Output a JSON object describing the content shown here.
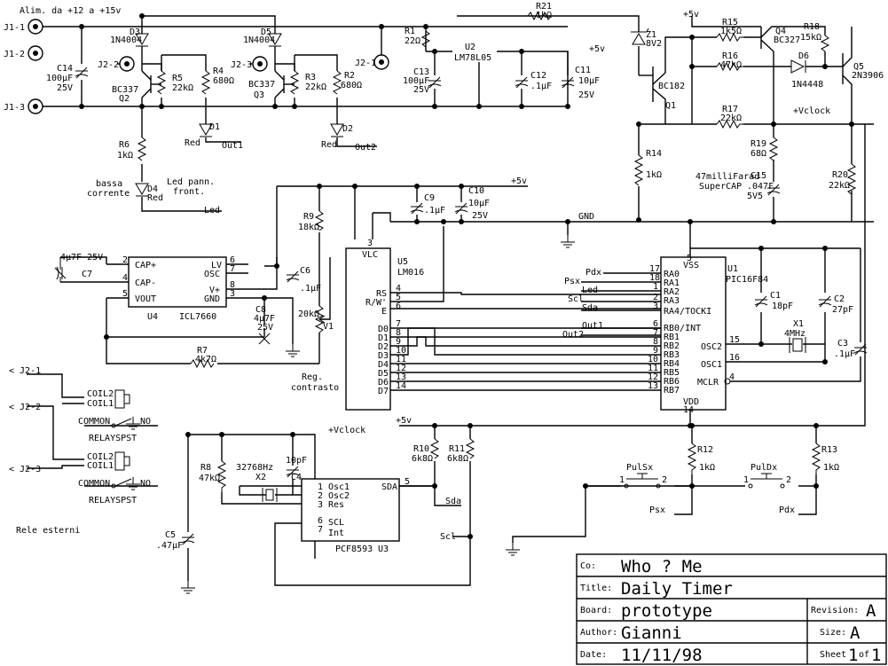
{
  "connectors": {
    "j1_1": "J1-1",
    "j1_2": "J1-2",
    "j1_3": "J1-3",
    "j2_2": "J2-2",
    "j2_3": "J2-3",
    "j2_1": "J2-1",
    "ext_j2_1": "< J2-1",
    "ext_j2_2": "< J2-2",
    "ext_j2_3": "< J2-3"
  },
  "notes": {
    "supply": "Alim. da +12 a +15v",
    "low_current": [
      "bassa",
      "corrente"
    ],
    "led_panel": [
      "Led pann.",
      "front."
    ],
    "contrast": [
      "Reg.",
      "contrasto"
    ],
    "supercap": [
      "47milliFarad",
      "SuperCAP"
    ],
    "external_relays": "Rele esterni"
  },
  "nets": {
    "plus5v": "+5v",
    "gnd": "GND",
    "vclock": "+Vclock",
    "out1": "Out1",
    "out2": "Out2",
    "led": "Led",
    "pdx": "Pdx",
    "psx": "Psx",
    "scl": "Scl",
    "sda": "Sda"
  },
  "parts": {
    "d3": [
      "D3",
      "1N4004"
    ],
    "d5": [
      "D5",
      "1N4004"
    ],
    "q2": [
      "BC337",
      "Q2"
    ],
    "q3": [
      "BC337",
      "Q3"
    ],
    "r5": [
      "R5",
      "22kΩ"
    ],
    "r4": [
      "R4",
      "680Ω"
    ],
    "r3": [
      "R3",
      "22kΩ"
    ],
    "r2": [
      "R2",
      "680Ω"
    ],
    "d1": [
      "D1",
      "Red"
    ],
    "d2": [
      "D2",
      "Red"
    ],
    "c14": [
      "C14",
      "100µF",
      "25V"
    ],
    "r6": [
      "R6",
      "1kΩ"
    ],
    "d4": [
      "D4",
      "Red"
    ],
    "r1": [
      "R1",
      "22Ω"
    ],
    "u2": [
      "U2",
      "LM78L05"
    ],
    "c13": [
      "C13",
      "100µF",
      "25V"
    ],
    "c12": [
      "C12",
      ".1µF"
    ],
    "c11": [
      "C11",
      "10µF",
      "25V"
    ],
    "r21": [
      "R21",
      "1kΩ"
    ],
    "z1": [
      "Z1",
      "8V2"
    ],
    "r15": [
      "R15",
      "1k5Ω"
    ],
    "q4": [
      "Q4",
      "BC327"
    ],
    "r18": [
      "R18",
      "15kΩ"
    ],
    "r16": [
      "R16",
      "47kΩ"
    ],
    "d6": [
      "D6",
      "1N4448"
    ],
    "q5": [
      "Q5",
      "2N3906"
    ],
    "q1": [
      "BC182",
      "Q1"
    ],
    "r17": [
      "R17",
      "22kΩ"
    ],
    "r14": [
      "R14",
      "1kΩ"
    ],
    "r19": [
      "R19",
      "68Ω"
    ],
    "c15": [
      "C15",
      ".047F",
      "5V5"
    ],
    "r20": [
      "R20",
      "22kΩ"
    ],
    "c9": [
      "C9",
      ".1µF"
    ],
    "c10": [
      "C10",
      "10µF",
      "25V"
    ],
    "r9": [
      "R9",
      "18kΩ"
    ],
    "v1": [
      "20kΩ",
      "V1"
    ],
    "c7": [
      "4µ7F 25V",
      "C7"
    ],
    "c6": [
      "C6",
      ".1µF"
    ],
    "c8": [
      "C8",
      "4µ7F",
      "25V"
    ],
    "r7": [
      "R7",
      "4k7Ω"
    ],
    "u4": [
      "U4",
      "ICL7660"
    ],
    "u5": [
      "U5",
      "LM016"
    ],
    "u1": [
      "U1",
      "PIC16F84"
    ],
    "c1": [
      "C1",
      "18pF"
    ],
    "c2": [
      "C2",
      "27pF"
    ],
    "x1": [
      "X1",
      "4MHz"
    ],
    "c3": [
      "C3",
      ".1µF"
    ],
    "r12": [
      "R12",
      "1kΩ"
    ],
    "r13": [
      "R13",
      "1kΩ"
    ],
    "pulsx": "PulSx",
    "puldx": "PulDx",
    "r10": [
      "R10",
      "6k8Ω"
    ],
    "r11": [
      "R11",
      "6k8Ω"
    ],
    "r8": [
      "R8",
      "47kΩ"
    ],
    "x2": [
      "32768Hz",
      "X2"
    ],
    "c4": [
      "10pF",
      "C4"
    ],
    "c5": [
      "C5",
      ".47µF"
    ],
    "u3": [
      "PCF8593",
      "U3"
    ],
    "relay": [
      "COIL2",
      "COIL1",
      "COMMON",
      "NO",
      "RELAYSPST"
    ]
  },
  "pins": {
    "icl7660_left": [
      [
        "2",
        "CAP+"
      ],
      [
        "4",
        "CAP-"
      ],
      [
        "5",
        "VOUT"
      ]
    ],
    "icl7660_right": [
      [
        "6",
        "LV"
      ],
      [
        "7",
        "OSC"
      ],
      [
        "8",
        "V+"
      ],
      [
        "3",
        "GND"
      ]
    ],
    "lm016_top": [
      [
        "3",
        "VLC"
      ]
    ],
    "lm016_ctrl": [
      [
        "4",
        "RS"
      ],
      [
        "5",
        "R/W'"
      ],
      [
        "6",
        "E"
      ]
    ],
    "lm016_data": [
      [
        "7",
        "D0"
      ],
      [
        "8",
        "D1"
      ],
      [
        "9",
        "D2"
      ],
      [
        "10",
        "D3"
      ],
      [
        "11",
        "D4"
      ],
      [
        "12",
        "D5"
      ],
      [
        "13",
        "D6"
      ],
      [
        "14",
        "D7"
      ]
    ],
    "pic_left": [
      [
        "17",
        "RA0"
      ],
      [
        "18",
        "RA1"
      ],
      [
        "1",
        "RA2"
      ],
      [
        "2",
        "RA3"
      ],
      [
        "3",
        "RA4/TOCKI"
      ],
      [
        "6",
        "RB0/INT"
      ],
      [
        "7",
        "RB1"
      ],
      [
        "8",
        "RB2"
      ],
      [
        "9",
        "RB3"
      ],
      [
        "10",
        "RB4"
      ],
      [
        "11",
        "RB5"
      ],
      [
        "12",
        "RB6"
      ],
      [
        "13",
        "RB7"
      ]
    ],
    "pic_left_nets": [
      "Pdx",
      "Psx",
      "Led",
      "Scl",
      "Sda",
      "Out1",
      "Out2"
    ],
    "pic_right": [
      [
        "15",
        "OSC2"
      ],
      [
        "16",
        "OSC1"
      ],
      [
        "4",
        "MCLR"
      ]
    ],
    "pic_top": [
      "5",
      "VSS"
    ],
    "pic_bottom": [
      "14",
      "VDD"
    ],
    "pcf_left": [
      [
        "1",
        "Osc1"
      ],
      [
        "2",
        "Osc2"
      ],
      [
        "3",
        "Res"
      ],
      [
        "6",
        "SCL"
      ],
      [
        "7",
        "Int"
      ]
    ],
    "pcf_right": [
      [
        "5",
        "SDA"
      ]
    ],
    "switch_pins": [
      "1",
      "2"
    ]
  },
  "title_block": {
    "co_label": "Co:",
    "co": "Who ? Me",
    "title_label": "Title:",
    "title": "Daily Timer",
    "board_label": "Board:",
    "board": "prototype",
    "revision_label": "Revision:",
    "revision": "A",
    "author_label": "Author:",
    "author": "Gianni",
    "size_label": "Size:",
    "size": "A",
    "date_label": "Date:",
    "date": "11/11/98",
    "sheet_label": "Sheet",
    "sheet": "1",
    "of_label": "of",
    "sheets": "1"
  }
}
